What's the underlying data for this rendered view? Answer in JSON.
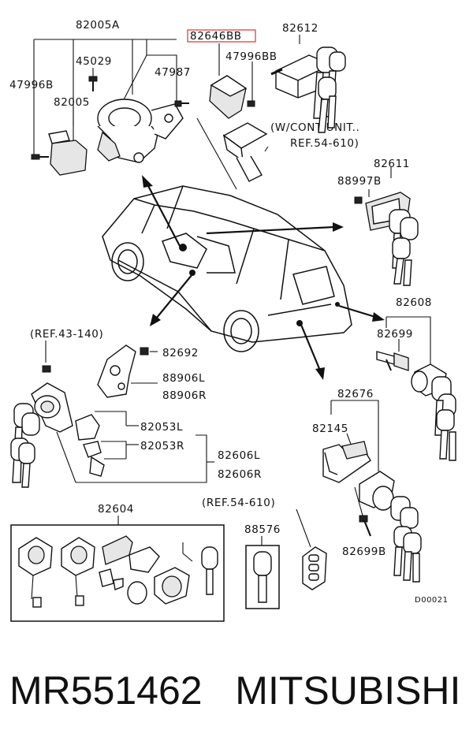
{
  "labels": {
    "l82005A": "82005A",
    "l45029": "45029",
    "l47996B": "47996B",
    "l82005": "82005",
    "l47987": "47987",
    "l82646BB": "82646BB",
    "l47996BB": "47996BB",
    "l82612": "82612",
    "lWcont": "(W/CONT UNIT..",
    "lRef54_610a": "REF.54-610)",
    "l82611": "82611",
    "l88997B": "88997B",
    "l82608": "82608",
    "l82699": "82699",
    "lRef43_140": "(REF.43-140)",
    "l82692": "82692",
    "l88906L": "88906L",
    "l88906R": "88906R",
    "l82053L": "82053L",
    "l82053R": "82053R",
    "l82606L": "82606L",
    "l82606R": "82606R",
    "l82676": "82676",
    "l82145": "82145",
    "l82699B": "82699B",
    "l82604": "82604",
    "lRef54_610b": "(REF.54-610)",
    "l88576": "88576",
    "lD00021": "D00021"
  },
  "caption": {
    "part_number": "MR551462",
    "brand": "MITSUBISHI"
  },
  "highlight": {
    "color": "#e03030"
  }
}
